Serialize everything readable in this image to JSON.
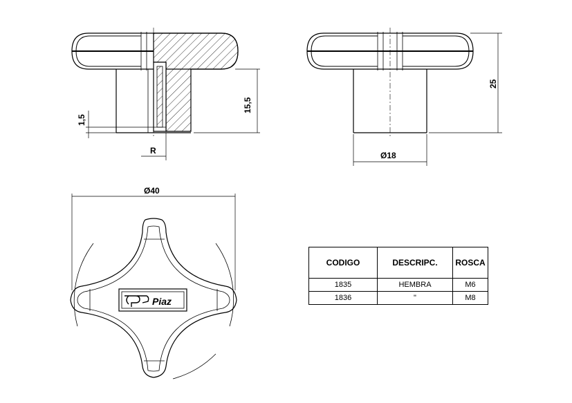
{
  "dimensions": {
    "r_label": "R",
    "thread_offset": "1,5",
    "shank_height": "15,5",
    "shank_diameter": "Ø18",
    "total_height": "25",
    "knob_diameter": "Ø40"
  },
  "logo_text": "Piaz",
  "table": {
    "headers": [
      "CODIGO",
      "DESCRIPC.",
      "ROSCA"
    ],
    "rows": [
      [
        "1835",
        "HEMBRA",
        "M6"
      ],
      [
        "1836",
        "\"",
        "M8"
      ]
    ]
  }
}
